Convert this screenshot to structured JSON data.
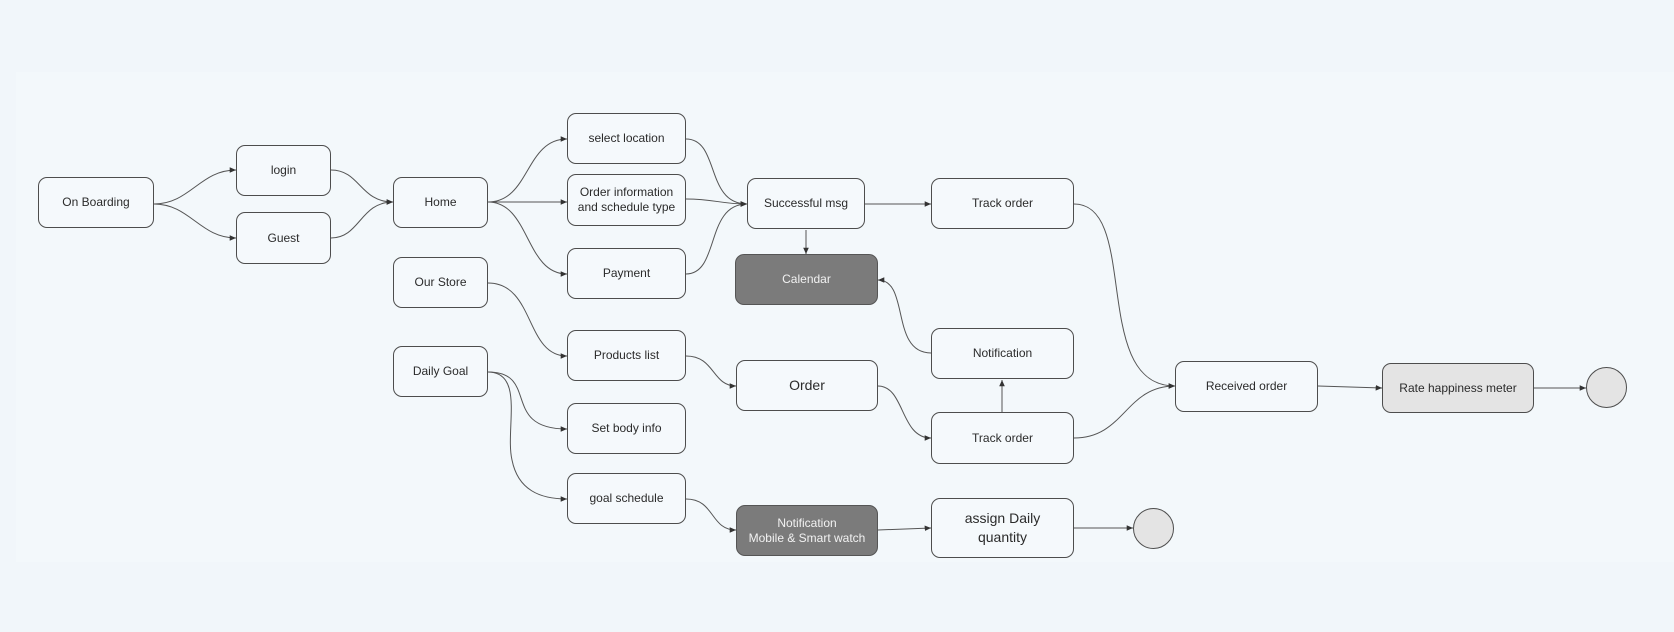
{
  "diagram": {
    "nodes": {
      "on_boarding": "On Boarding",
      "login": "login",
      "guest": "Guest",
      "home": "Home",
      "select_location": "select location",
      "order_information": "Order information\nand schedule type",
      "payment": "Payment",
      "successful_msg": "Successful msg",
      "track_order_top": "Track order",
      "calendar": "Calendar",
      "our_store": "Our Store",
      "products_list": "Products list",
      "order": "Order",
      "notification": "Notification",
      "track_order_mid": "Track order",
      "received_order": "Received order",
      "rate_happiness_meter": "Rate happiness meter",
      "daily_goal": "Daily Goal",
      "set_body_info": "Set body info",
      "goal_schedule": "goal schedule",
      "notification_devices": "Notification\nMobile & Smart watch",
      "assign_daily_quantity": "assign Daily\nquantity"
    },
    "end_states": [
      "end-after-rating",
      "end-after-daily-quantity"
    ],
    "edges": [
      [
        "on_boarding",
        "login"
      ],
      [
        "on_boarding",
        "guest"
      ],
      [
        "login",
        "home"
      ],
      [
        "guest",
        "home"
      ],
      [
        "home",
        "select_location"
      ],
      [
        "home",
        "order_information"
      ],
      [
        "home",
        "payment"
      ],
      [
        "select_location",
        "successful_msg"
      ],
      [
        "order_information",
        "successful_msg"
      ],
      [
        "payment",
        "successful_msg"
      ],
      [
        "successful_msg",
        "track_order_top"
      ],
      [
        "successful_msg",
        "calendar"
      ],
      [
        "track_order_top",
        "received_order"
      ],
      [
        "our_store",
        "products_list"
      ],
      [
        "products_list",
        "order"
      ],
      [
        "order",
        "track_order_mid"
      ],
      [
        "track_order_mid",
        "notification"
      ],
      [
        "notification",
        "calendar"
      ],
      [
        "track_order_mid",
        "received_order"
      ],
      [
        "received_order",
        "rate_happiness_meter"
      ],
      [
        "rate_happiness_meter",
        "end-after-rating"
      ],
      [
        "daily_goal",
        "set_body_info"
      ],
      [
        "daily_goal",
        "goal_schedule"
      ],
      [
        "goal_schedule",
        "notification_devices"
      ],
      [
        "notification_devices",
        "assign_daily_quantity"
      ],
      [
        "assign_daily_quantity",
        "end-after-daily-quantity"
      ]
    ]
  }
}
